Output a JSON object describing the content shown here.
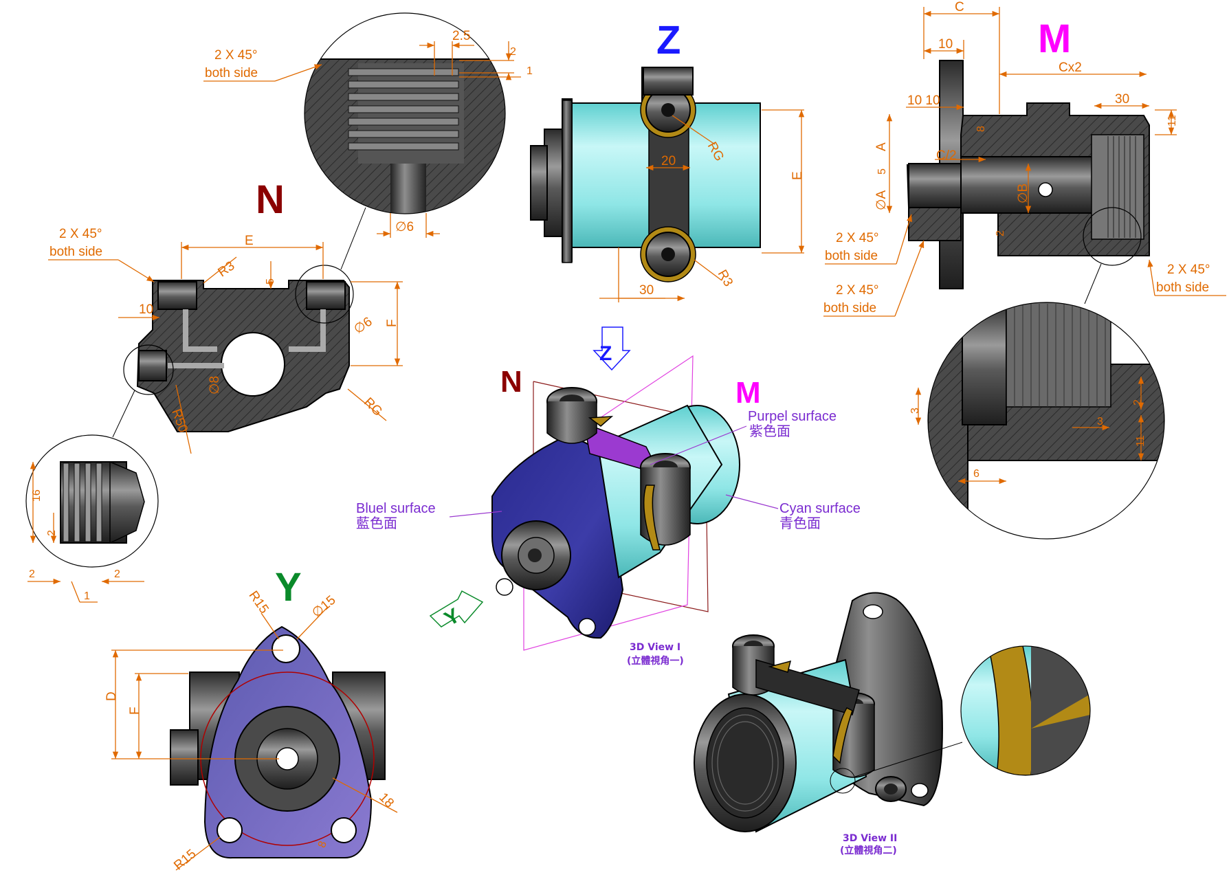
{
  "view_labels": {
    "Z": {
      "text": "Z",
      "color": "#1a1aff"
    },
    "M": {
      "text": "M",
      "color": "#ff00ff"
    },
    "N": {
      "text": "N",
      "color": "#8b0000"
    },
    "Y": {
      "text": "Y",
      "color": "#0a8a2a"
    },
    "N_iso": {
      "text": "N",
      "color": "#8b0000"
    },
    "M_iso": {
      "text": "M",
      "color": "#ff00ff"
    },
    "Z_arrow": {
      "text": "Z",
      "color": "#1a1aff"
    },
    "Y_arrow": {
      "text": "Y",
      "color": "#0a8a2a"
    }
  },
  "notes": {
    "chamfer_text": "2 X 45°",
    "both_side": "both side"
  },
  "surfaces": {
    "purple_en": "Purpel surface",
    "purple_zh": "紫色面",
    "blue_en": "Bluel surface",
    "blue_zh": "藍色面",
    "cyan_en": "Cyan surface",
    "cyan_zh": "青色面"
  },
  "views": {
    "view1_en": "3D View I",
    "view1_zh": "(立體視角一)",
    "view2_en": "3D View II",
    "view2_zh": "(立體視角二)"
  },
  "dims": {
    "topdetail": {
      "d25": "2.5",
      "d2": "2",
      "d1": "1",
      "d6": "∅6"
    },
    "n": {
      "E": "E",
      "R3": "R3",
      "d5": "5",
      "d10": "10",
      "d6": "∅6",
      "F": "F",
      "d8": "∅8",
      "R50": "R50",
      "RG": "RG"
    },
    "ndetail": {
      "d16": "16",
      "d2a": "2",
      "d2b": "2",
      "d2c": "2",
      "d1": "1"
    },
    "z": {
      "d20": "20",
      "RG": "RG",
      "E": "E",
      "R3": "R3",
      "d30": "30"
    },
    "m": {
      "C": "C",
      "d10": "10",
      "Cx2": "Cx2",
      "d1010": "10 10",
      "d30": "30",
      "d8": "8",
      "d11": "11",
      "A": "A",
      "C2": "C/2",
      "d5": "5",
      "dA": "∅A",
      "dB": "∅B",
      "d2": "2"
    },
    "mdetail": {
      "d3a": "3",
      "d2": "2",
      "d3b": "3",
      "d11": "11",
      "d6": "6"
    },
    "y": {
      "R15a": "R15",
      "d15": "∅15",
      "D": "D",
      "F": "F",
      "d18": "18",
      "R15b": "R15",
      "d8": "8"
    }
  }
}
